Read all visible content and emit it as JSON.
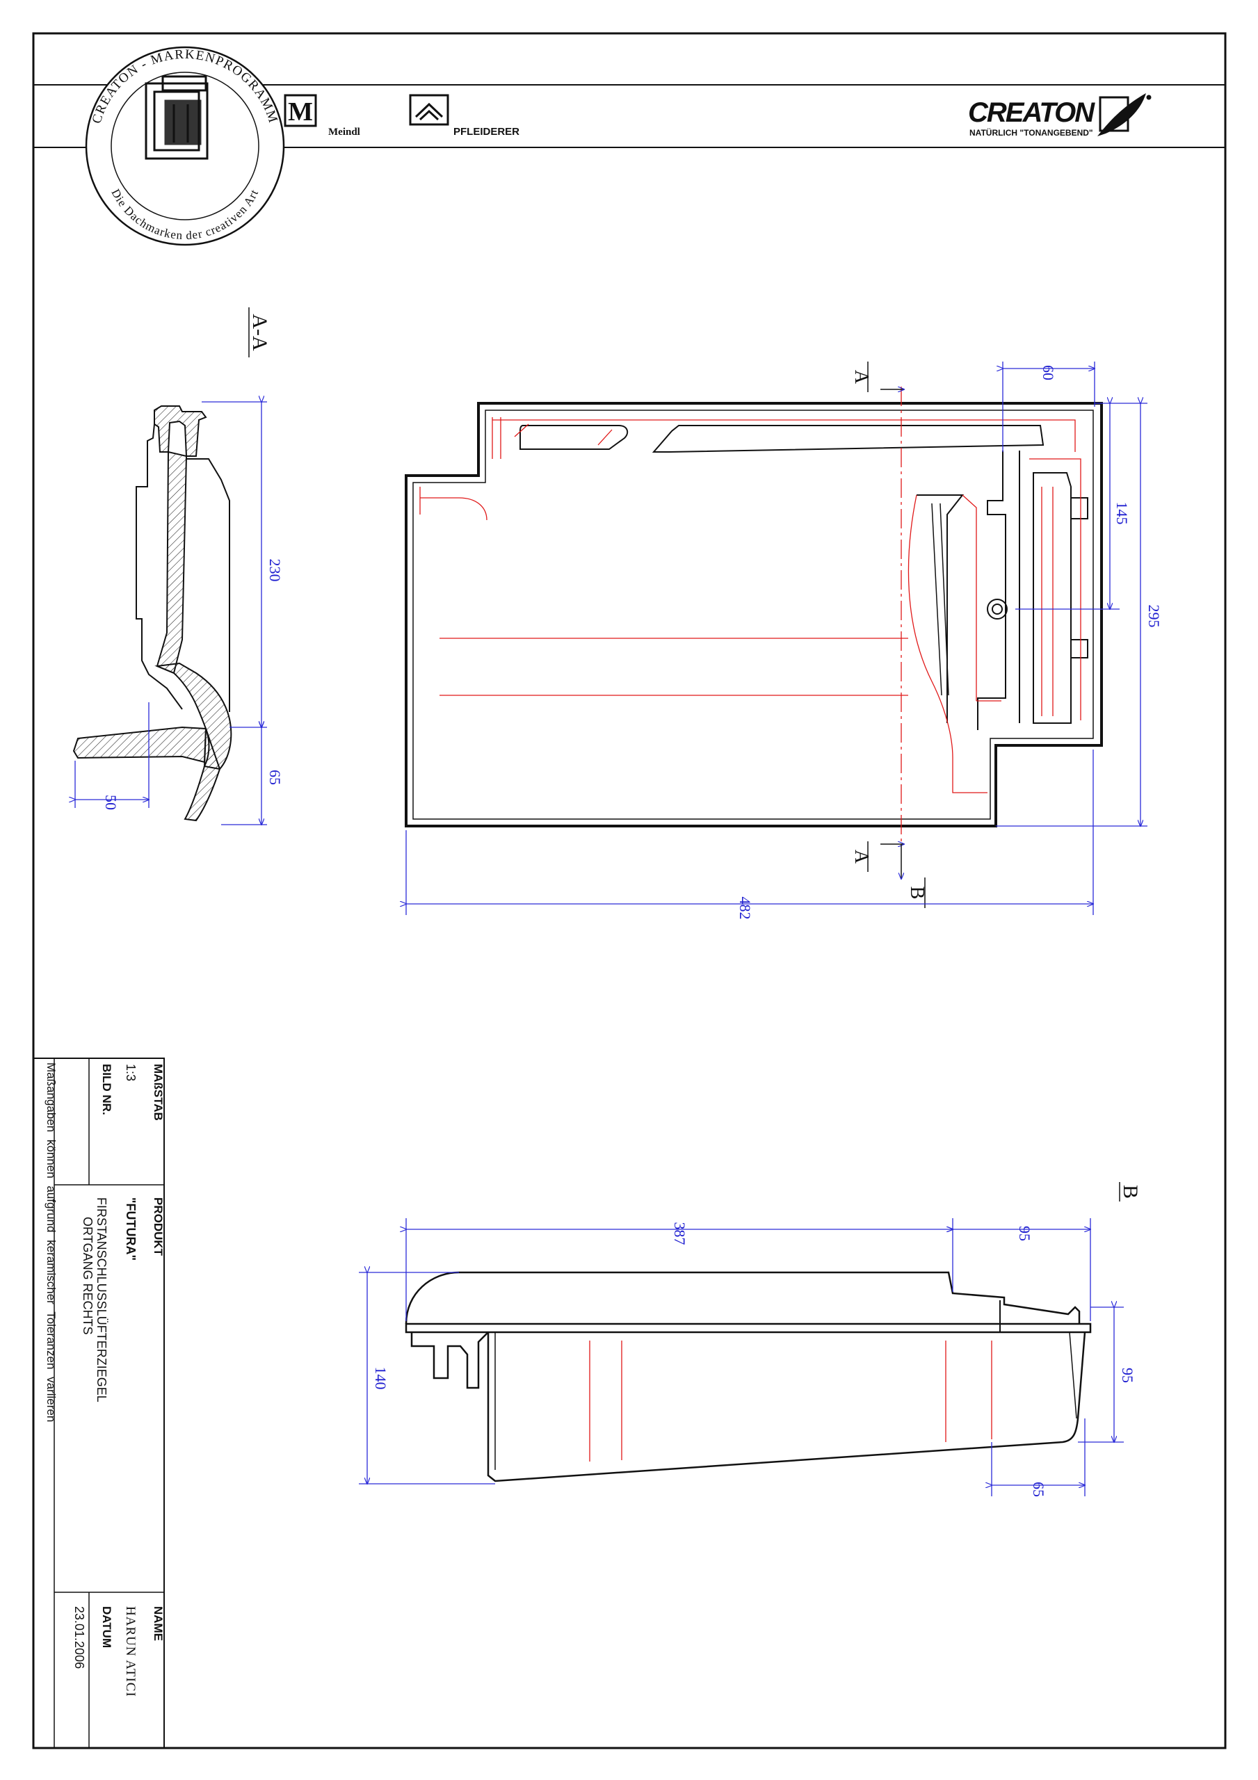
{
  "header": {
    "seal": {
      "outer_text": "CREATON - MARKENPROGRAMM",
      "inner_text": "Die Dachmarken der creativen Art"
    },
    "brands": [
      {
        "letter": "M",
        "name": "Meindl"
      },
      {
        "name": "PFLEIDERER"
      }
    ],
    "creaton_logo": {
      "name": "CREATON",
      "slogan": "NATÜRLICH \"TONANGEBEND\""
    }
  },
  "views": {
    "section_title": "A-A",
    "section_marker": "A",
    "view_marker": "B"
  },
  "dimensions": {
    "section_height": "230",
    "section_foot": "65",
    "section_width": "50",
    "plan_top_offset": "60",
    "plan_side_inner": "145",
    "plan_side_total": "295",
    "plan_length": "482",
    "side_length_main": "387",
    "side_length_end": "95",
    "side_height": "140",
    "side_end_height": "95",
    "side_end_bottom": "65"
  },
  "title_block": {
    "scale_label": "MAßSTAB",
    "scale_value": "1:3",
    "picture_no_label": "BILD NR.",
    "picture_no_value": "",
    "product_label": "PRODUKT",
    "product_value": "\"FUTURA\"",
    "description_line1": "FIRSTANSCHLUSSLÜFTERZIEGEL",
    "description_line2": "ORTGANG RECHTS",
    "name_label": "NAME",
    "name_value": "HARUN ATICI",
    "date_label": "DATUM",
    "date_value": "23.01.2006",
    "note": "Maßangaben können aufgrund keramischer Toleranzen variieren"
  },
  "colors": {
    "outline": "#111111",
    "dimension": "#2020d0",
    "hidden_detail": "#e01818"
  }
}
